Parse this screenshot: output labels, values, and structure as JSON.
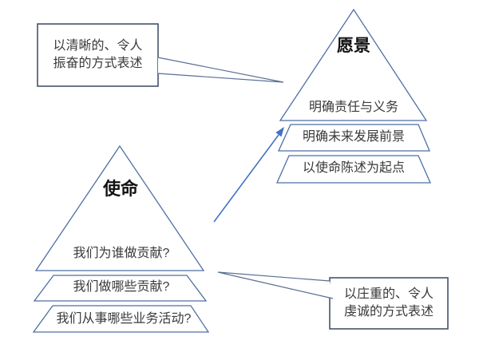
{
  "diagram": {
    "vision_pyramid": {
      "title": "愿景",
      "layers": [
        "明确责任与义务",
        "明确未来发展前景",
        "以使命陈述为起点"
      ]
    },
    "mission_pyramid": {
      "title": "使命",
      "layers": [
        "我们为谁做贡献?",
        "我们做哪些贡献?",
        "我们从事哪些业务活动?"
      ]
    },
    "callouts": {
      "vision_note_line1": "以清晰的、令人",
      "vision_note_line2": "振奋的方式表述",
      "mission_note_line1": "以庄重的、令人",
      "mission_note_line2": "虔诚的方式表述"
    },
    "colors": {
      "shape_border": "#4e6fa3",
      "arrow": "#4472c4",
      "callout_border": "#44546a",
      "text": "#3a3a3a"
    }
  }
}
